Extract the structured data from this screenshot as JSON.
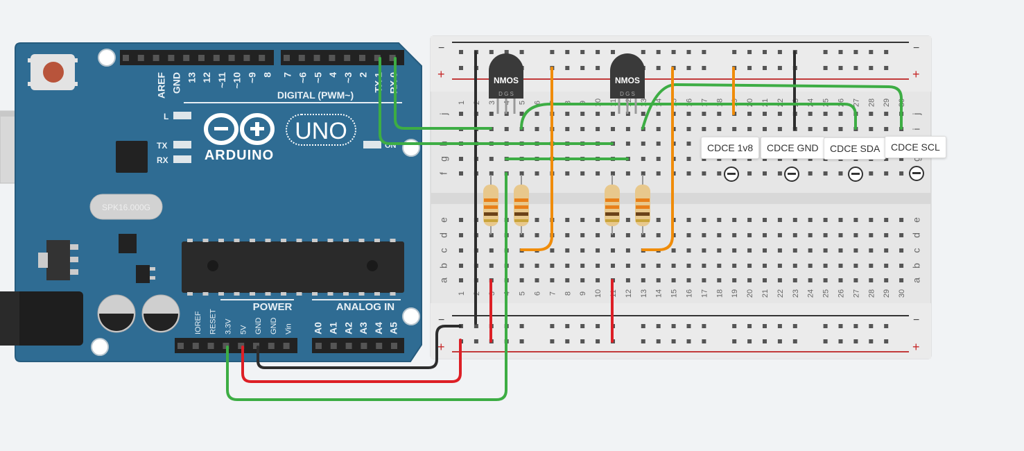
{
  "arduino": {
    "brand": "ARDUINO",
    "model": "UNO",
    "digital_label": "DIGITAL (PWM~)",
    "power_label": "POWER",
    "analog_label": "ANALOG IN",
    "crystal": "SPK16.000G",
    "led_labels": [
      "L",
      "TX",
      "RX",
      "ON"
    ],
    "digital_pins_left": [
      "AREF",
      "GND",
      "13",
      "12",
      "~11",
      "~10",
      "~9",
      "8"
    ],
    "digital_pins_right": [
      "7",
      "~6",
      "~5",
      "4",
      "~3",
      "2",
      "TX 1",
      "RX 0"
    ],
    "power_pins": [
      "IOREF",
      "RESET",
      "3.3V",
      "5V",
      "GND",
      "GND",
      "Vin"
    ],
    "analog_pins": [
      "A0",
      "A1",
      "A2",
      "A3",
      "A4",
      "A5"
    ]
  },
  "breadboard": {
    "columns": [
      "1",
      "2",
      "3",
      "4",
      "5",
      "6",
      "7",
      "8",
      "9",
      "10",
      "11",
      "12",
      "13",
      "14",
      "15",
      "16",
      "17",
      "18",
      "19",
      "20",
      "21",
      "22",
      "23",
      "24",
      "25",
      "26",
      "27",
      "28",
      "29",
      "30"
    ],
    "rows_top": [
      "j",
      "i",
      "h",
      "g",
      "f"
    ],
    "rows_bottom": [
      "e",
      "d",
      "c",
      "b",
      "a"
    ],
    "rail_minus": "−",
    "rail_plus": "+"
  },
  "transistors": [
    {
      "label": "NMOS",
      "pins": "D G S"
    },
    {
      "label": "NMOS",
      "pins": "D G S"
    }
  ],
  "probes": [
    {
      "label": "CDCE 1v8"
    },
    {
      "label": "CDCE GND"
    },
    {
      "label": "CDCE SDA"
    },
    {
      "label": "CDCE SCL"
    }
  ],
  "colors": {
    "board_blue": "#2f6c93",
    "breadboard": "#e4e4e4",
    "wire_green": "#3dad44",
    "wire_orange": "#f08c0a",
    "wire_red": "#dd1f26",
    "wire_black": "#2d2d2d"
  }
}
